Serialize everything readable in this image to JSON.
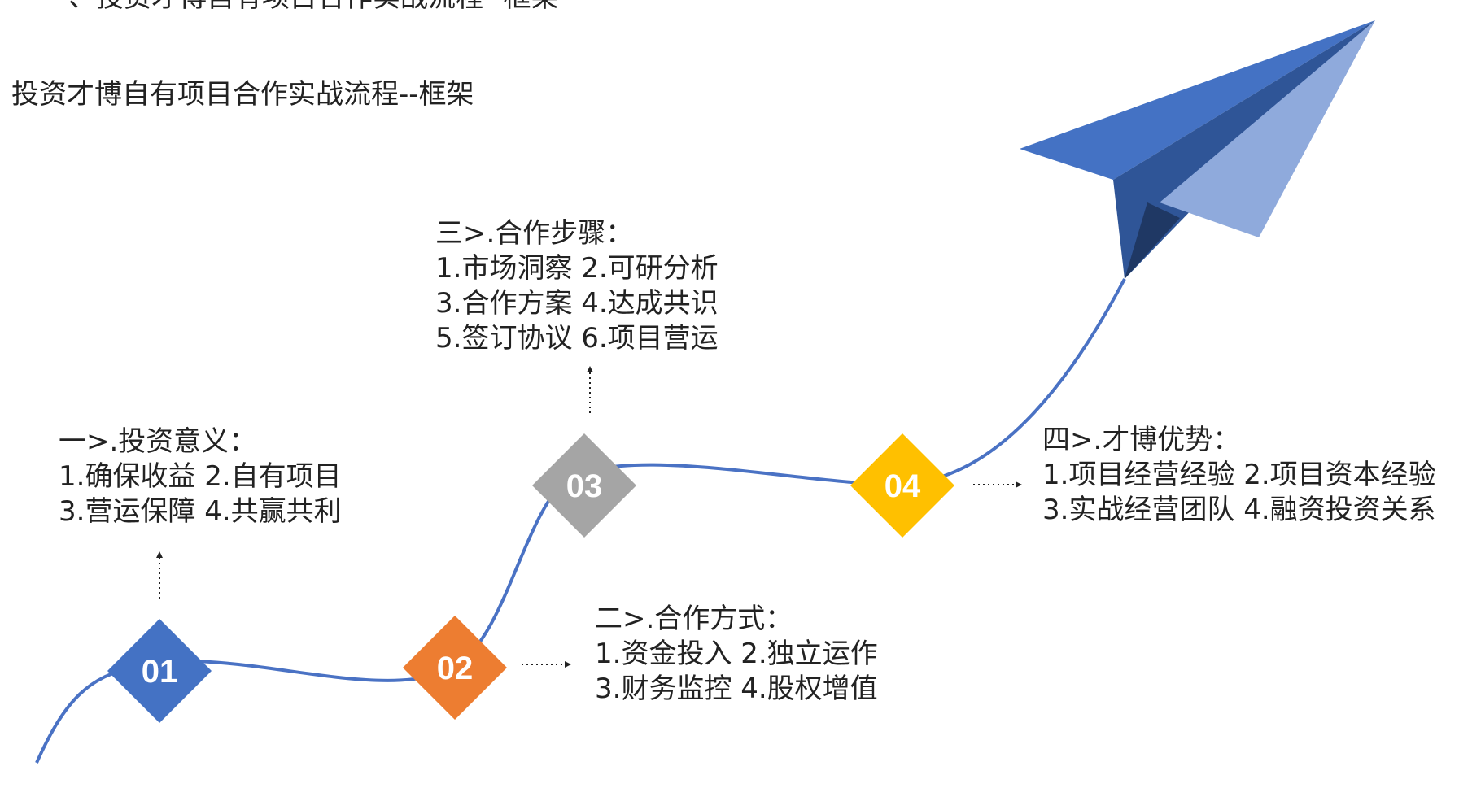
{
  "page": {
    "cut_title": "一、投资才博自有项目合作实战流程--框架",
    "title": "投资才博自有项目合作实战流程--框架"
  },
  "colors": {
    "curve": "#4a72c4",
    "step1": "#4472c4",
    "step2": "#ed7d31",
    "step3": "#a5a5a5",
    "step4": "#ffc000",
    "plane_main": "#4472c4",
    "plane_dark": "#2f5597",
    "plane_light": "#8faadc",
    "plane_shadow": "#1f3864",
    "text": "#222222"
  },
  "steps": [
    {
      "number": "01",
      "heading": "一>.投资意义：",
      "lines": [
        "1.确保收益 2.自有项目",
        "3.营运保障 4.共赢共利"
      ]
    },
    {
      "number": "02",
      "heading": "二>.合作方式：",
      "lines": [
        "1.资金投入 2.独立运作",
        "3.财务监控 4.股权增值"
      ]
    },
    {
      "number": "03",
      "heading": "三>.合作步骤：",
      "lines": [
        "1.市场洞察 2.可研分析",
        "3.合作方案 4.达成共识",
        "5.签订协议 6.项目营运"
      ]
    },
    {
      "number": "04",
      "heading": "四>.才博优势：",
      "lines": [
        "1.项目经营经验  2.项目资本经验",
        "3.实战经营团队  4.融资投资关系"
      ]
    }
  ]
}
